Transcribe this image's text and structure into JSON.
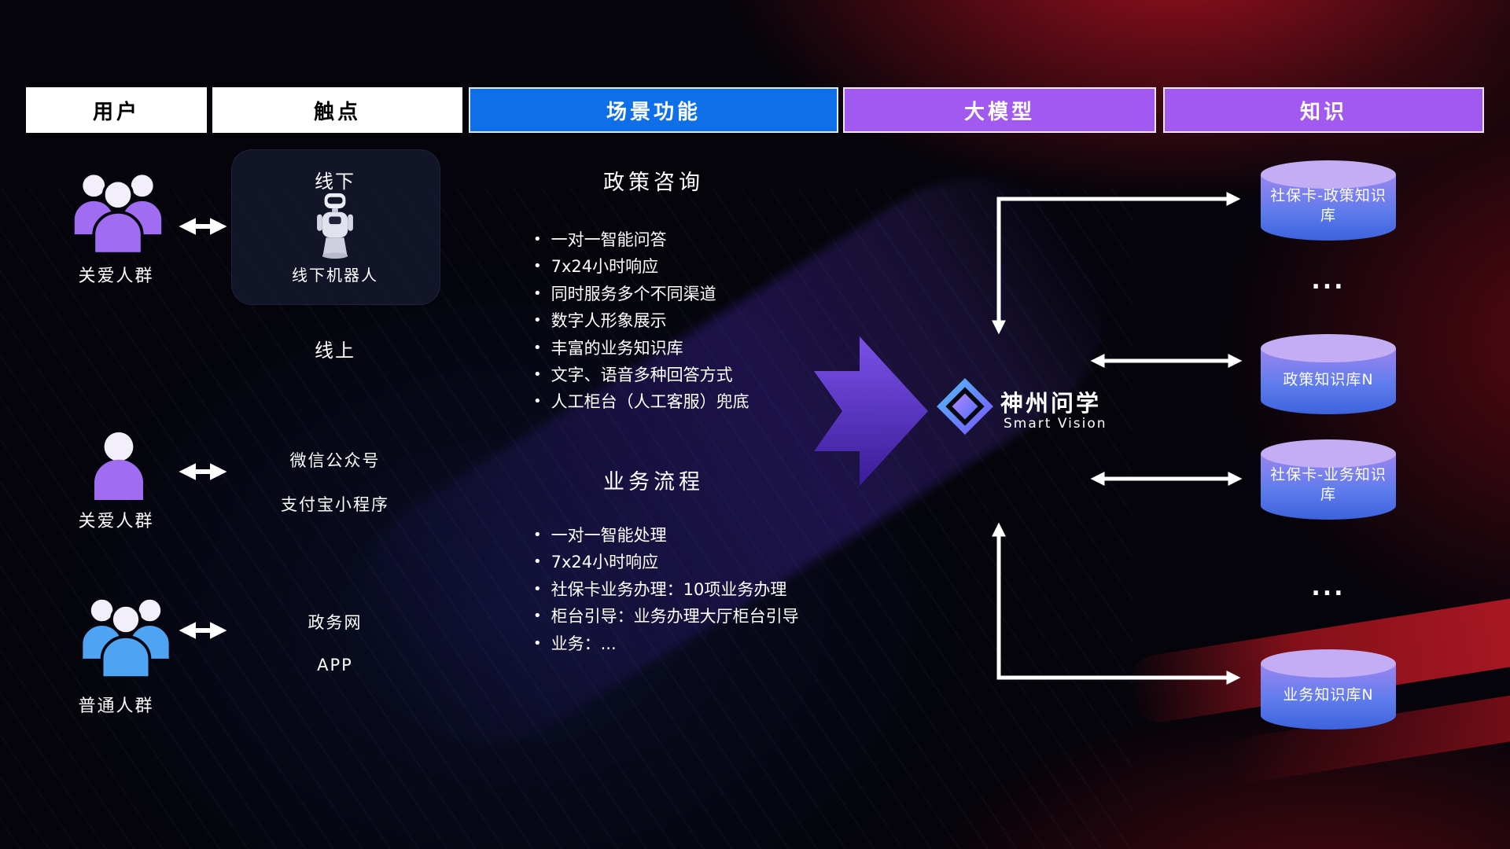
{
  "header": {
    "col_user": "用户",
    "col_touchpoint": "触点",
    "col_scene": "场景功能",
    "col_model": "大模型",
    "col_knowledge": "知识"
  },
  "users": {
    "group1_label": "关爱人群",
    "group2_label": "关爱人群",
    "group3_label": "普通人群"
  },
  "touchpoints": {
    "offline_title": "线下",
    "offline_robot_label": "线下机器人",
    "online_title": "线上",
    "wechat": "微信公众号",
    "alipay": "支付宝小程序",
    "gov_web": "政务网",
    "app": "APP"
  },
  "scene": {
    "section1": {
      "title": "政策咨询",
      "items": [
        "一对一智能问答",
        "7x24小时响应",
        "同时服务多个不同渠道",
        "数字人形象展示",
        "丰富的业务知识库",
        "文字、语音多种回答方式",
        "人工柜台（人工客服）兜底"
      ]
    },
    "section2": {
      "title": "业务流程",
      "items": [
        "一对一智能处理",
        "7x24小时响应",
        "社保卡业务办理：10项业务办理",
        "柜台引导：业务办理大厅柜台引导",
        "业务：..."
      ]
    }
  },
  "model": {
    "brand": "神州问学",
    "brand_sub": "Smart Vision"
  },
  "knowledge": {
    "db1": "社保卡-政策知识库",
    "ellipsis1": "...",
    "db2": "政策知识库N",
    "db3": "社保卡-业务知识库",
    "ellipsis2": "...",
    "db4": "业务知识库N"
  },
  "colors": {
    "header_blue": "#0F6FE8",
    "header_purple": "#A159F0",
    "arrow_purple": "#6A3BE0",
    "db_top": "#C3ADF5",
    "db_body": "#4A72E6",
    "user_purple": "#A06CF2",
    "user_blue": "#4FA3F3",
    "arrow_white": "#FFFFFF"
  }
}
